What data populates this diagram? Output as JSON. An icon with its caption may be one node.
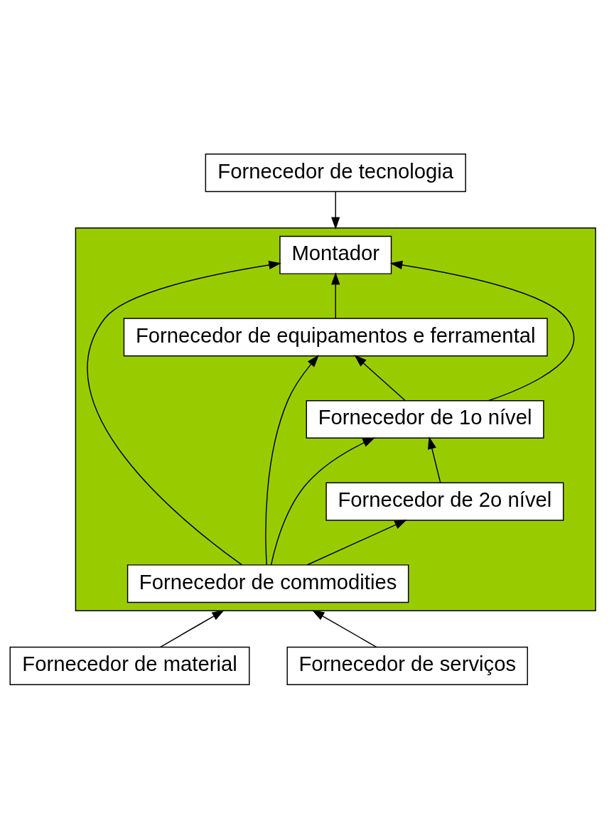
{
  "diagram": {
    "nodes": [
      {
        "text": [
          "Fornecedor de tecnologia"
        ]
      },
      {
        "text": [],
        "shape": "box"
      },
      {
        "text": [
          "Montador"
        ],
        "in": 1
      },
      {
        "text": [
          "Fornecedor de equipamentos e ferramental"
        ],
        "in": 1
      },
      {
        "text": [
          "Fornecedor de 1o nível"
        ],
        "in": 1
      },
      {
        "text": [
          "Fornecedor de 2o nível"
        ],
        "in": 1
      },
      {
        "text": [
          "Fornecedor de commodities"
        ],
        "in": 1
      },
      {
        "text": [
          "Fornecedor de material"
        ]
      },
      {
        "text": [
          "Fornecedor de serviços"
        ]
      }
    ],
    "edges": [
      {
        "from": 0,
        "to": 1,
        "arrow": "to"
      },
      {
        "from": 3,
        "to": 2,
        "arrow": "to"
      },
      {
        "from": 4,
        "to": 2,
        "arrow": "to"
      },
      {
        "from": 4,
        "to": 3,
        "arrow": "to"
      },
      {
        "from": 5,
        "to": 4,
        "arrow": "to"
      },
      {
        "from": 6,
        "to": 3,
        "arrow": "to"
      },
      {
        "from": 6,
        "to": 2,
        "arrow": "to"
      },
      {
        "from": 6,
        "to": 4,
        "arrow": "to"
      },
      {
        "from": 6,
        "to": 5,
        "arrow": "to"
      },
      {
        "from": 7,
        "to": 1,
        "arrow": "to"
      },
      {
        "from": 8,
        "to": 1,
        "arrow": "to"
      }
    ]
  }
}
